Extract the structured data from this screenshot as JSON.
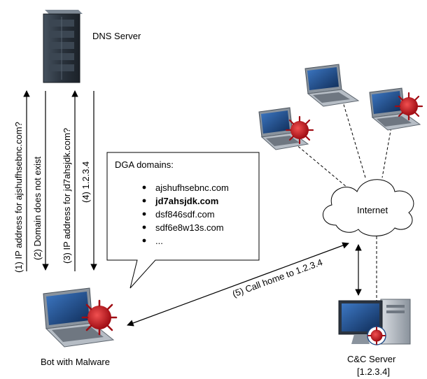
{
  "dns_server": {
    "label": "DNS Server",
    "icon": "server-rack-icon"
  },
  "bot": {
    "label": "Bot with Malware",
    "icon": "infected-laptop-icon"
  },
  "cnc": {
    "label": "C&C Server",
    "ip": "[1.2.3.4]",
    "icon": "infected-desktop-icon"
  },
  "internet": {
    "label": "Internet",
    "icon": "cloud-icon"
  },
  "dns_messages": [
    {
      "text": "(1) IP address for ajshufhsebnc.com?",
      "direction": "to-dns"
    },
    {
      "text": "(2) Domain does not exist",
      "direction": "to-bot"
    },
    {
      "text": "(3) IP address for jd7ahsjdk.com?",
      "direction": "to-dns"
    },
    {
      "text": "(4) 1.2.3.4",
      "direction": "to-bot"
    }
  ],
  "call_home": {
    "text": "(5) Call home to 1.2.3.4"
  },
  "dga_box": {
    "title": "DGA domains:",
    "domains": [
      {
        "text": "ajshufhsebnc.com",
        "bold": false
      },
      {
        "text": "jd7ahsjdk.com",
        "bold": true
      },
      {
        "text": "dsf846sdf.com",
        "bold": false
      },
      {
        "text": "sdf6e8w13s.com",
        "bold": false
      },
      {
        "text": "...",
        "bold": false
      }
    ]
  },
  "peer_laptops": [
    {
      "name": "peer-laptop-infected-1",
      "infected": true
    },
    {
      "name": "peer-laptop-clean",
      "infected": false
    },
    {
      "name": "peer-laptop-infected-2",
      "infected": true
    }
  ],
  "colors": {
    "virus": "#c8101a",
    "laptop_body": "#9aa3ad",
    "screen": "#1f4b86",
    "server": "#2b3440"
  }
}
